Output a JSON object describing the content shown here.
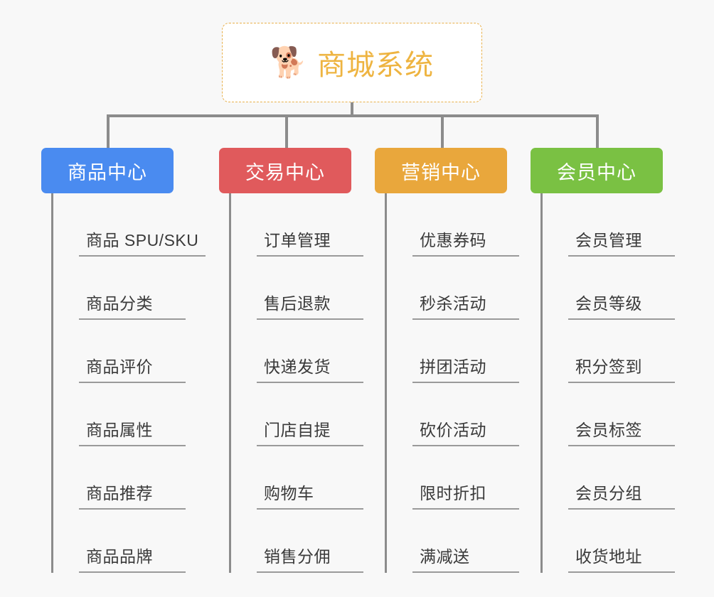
{
  "diagram": {
    "type": "mindmap",
    "background_color": "#f8f8f8",
    "root": {
      "icon": "shiba-dog-face-icon",
      "emoji": "🐕",
      "title": "商城系统",
      "text_color": "#eeb441",
      "border_color": "#e8b04a",
      "background_color": "#ffffff"
    },
    "connector_color": "#8c8c8c",
    "categories": [
      {
        "id": "product-center",
        "label": "商品中心",
        "color": "#4a8bf0",
        "items": [
          "商品 SPU/SKU",
          "商品分类",
          "商品评价",
          "商品属性",
          "商品推荐",
          "商品品牌"
        ]
      },
      {
        "id": "trade-center",
        "label": "交易中心",
        "color": "#e05a5c",
        "items": [
          "订单管理",
          "售后退款",
          "快递发货",
          "门店自提",
          "购物车",
          "销售分佣"
        ]
      },
      {
        "id": "marketing-center",
        "label": "营销中心",
        "color": "#e9a73c",
        "items": [
          "优惠券码",
          "秒杀活动",
          "拼团活动",
          "砍价活动",
          "限时折扣",
          "满减送"
        ]
      },
      {
        "id": "member-center",
        "label": "会员中心",
        "color": "#7ac143",
        "items": [
          "会员管理",
          "会员等级",
          "积分签到",
          "会员标签",
          "会员分组",
          "收货地址"
        ]
      }
    ]
  }
}
